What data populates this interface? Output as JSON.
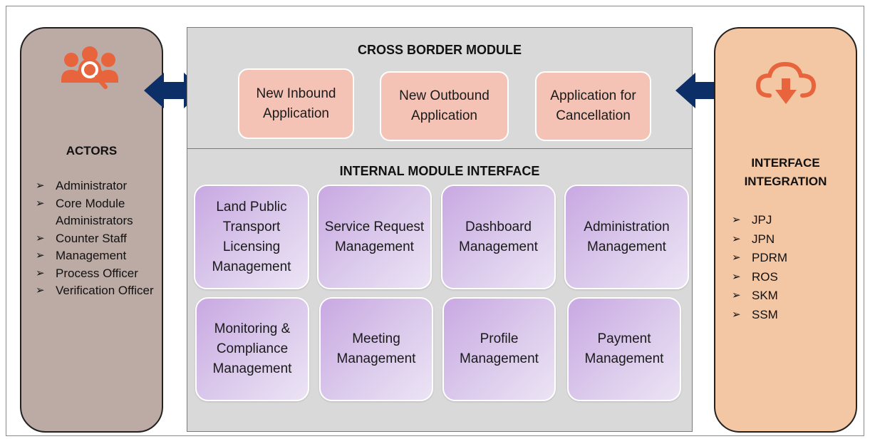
{
  "actors": {
    "heading": "ACTORS",
    "items": [
      "Administrator",
      "Core Module Administrators",
      "Counter Staff",
      "Management",
      "Process Officer",
      "Verification Officer"
    ],
    "icon": "people-search-icon"
  },
  "cross_border": {
    "title": "CROSS BORDER MODULE",
    "boxes": [
      "New Inbound Application",
      "New Outbound Application",
      "Application for Cancellation"
    ]
  },
  "internal": {
    "title": "INTERNAL MODULE INTERFACE",
    "boxes": [
      "Land Public Transport Licensing Management",
      "Service Request Management",
      "Dashboard Management",
      "Administration Management",
      "Monitoring & Compliance Management",
      "Meeting Management",
      "Profile Management",
      "Payment Management"
    ]
  },
  "interface_integration": {
    "heading_line1": "INTERFACE",
    "heading_line2": "INTEGRATION",
    "items": [
      "JPJ",
      "JPN",
      "PDRM",
      "ROS",
      "SKM",
      "SSM"
    ],
    "icon": "cloud-download-icon"
  },
  "colors": {
    "actors_bg": "#bcaaa4",
    "interface_bg": "#f3c6a4",
    "center_bg": "#d9d9d9",
    "pink_box": "#f4c3b5",
    "purple_box": "#c8a8e2",
    "arrow": "#0b2f66",
    "icon_orange": "#e8643c"
  },
  "bullet_glyph": "➢"
}
